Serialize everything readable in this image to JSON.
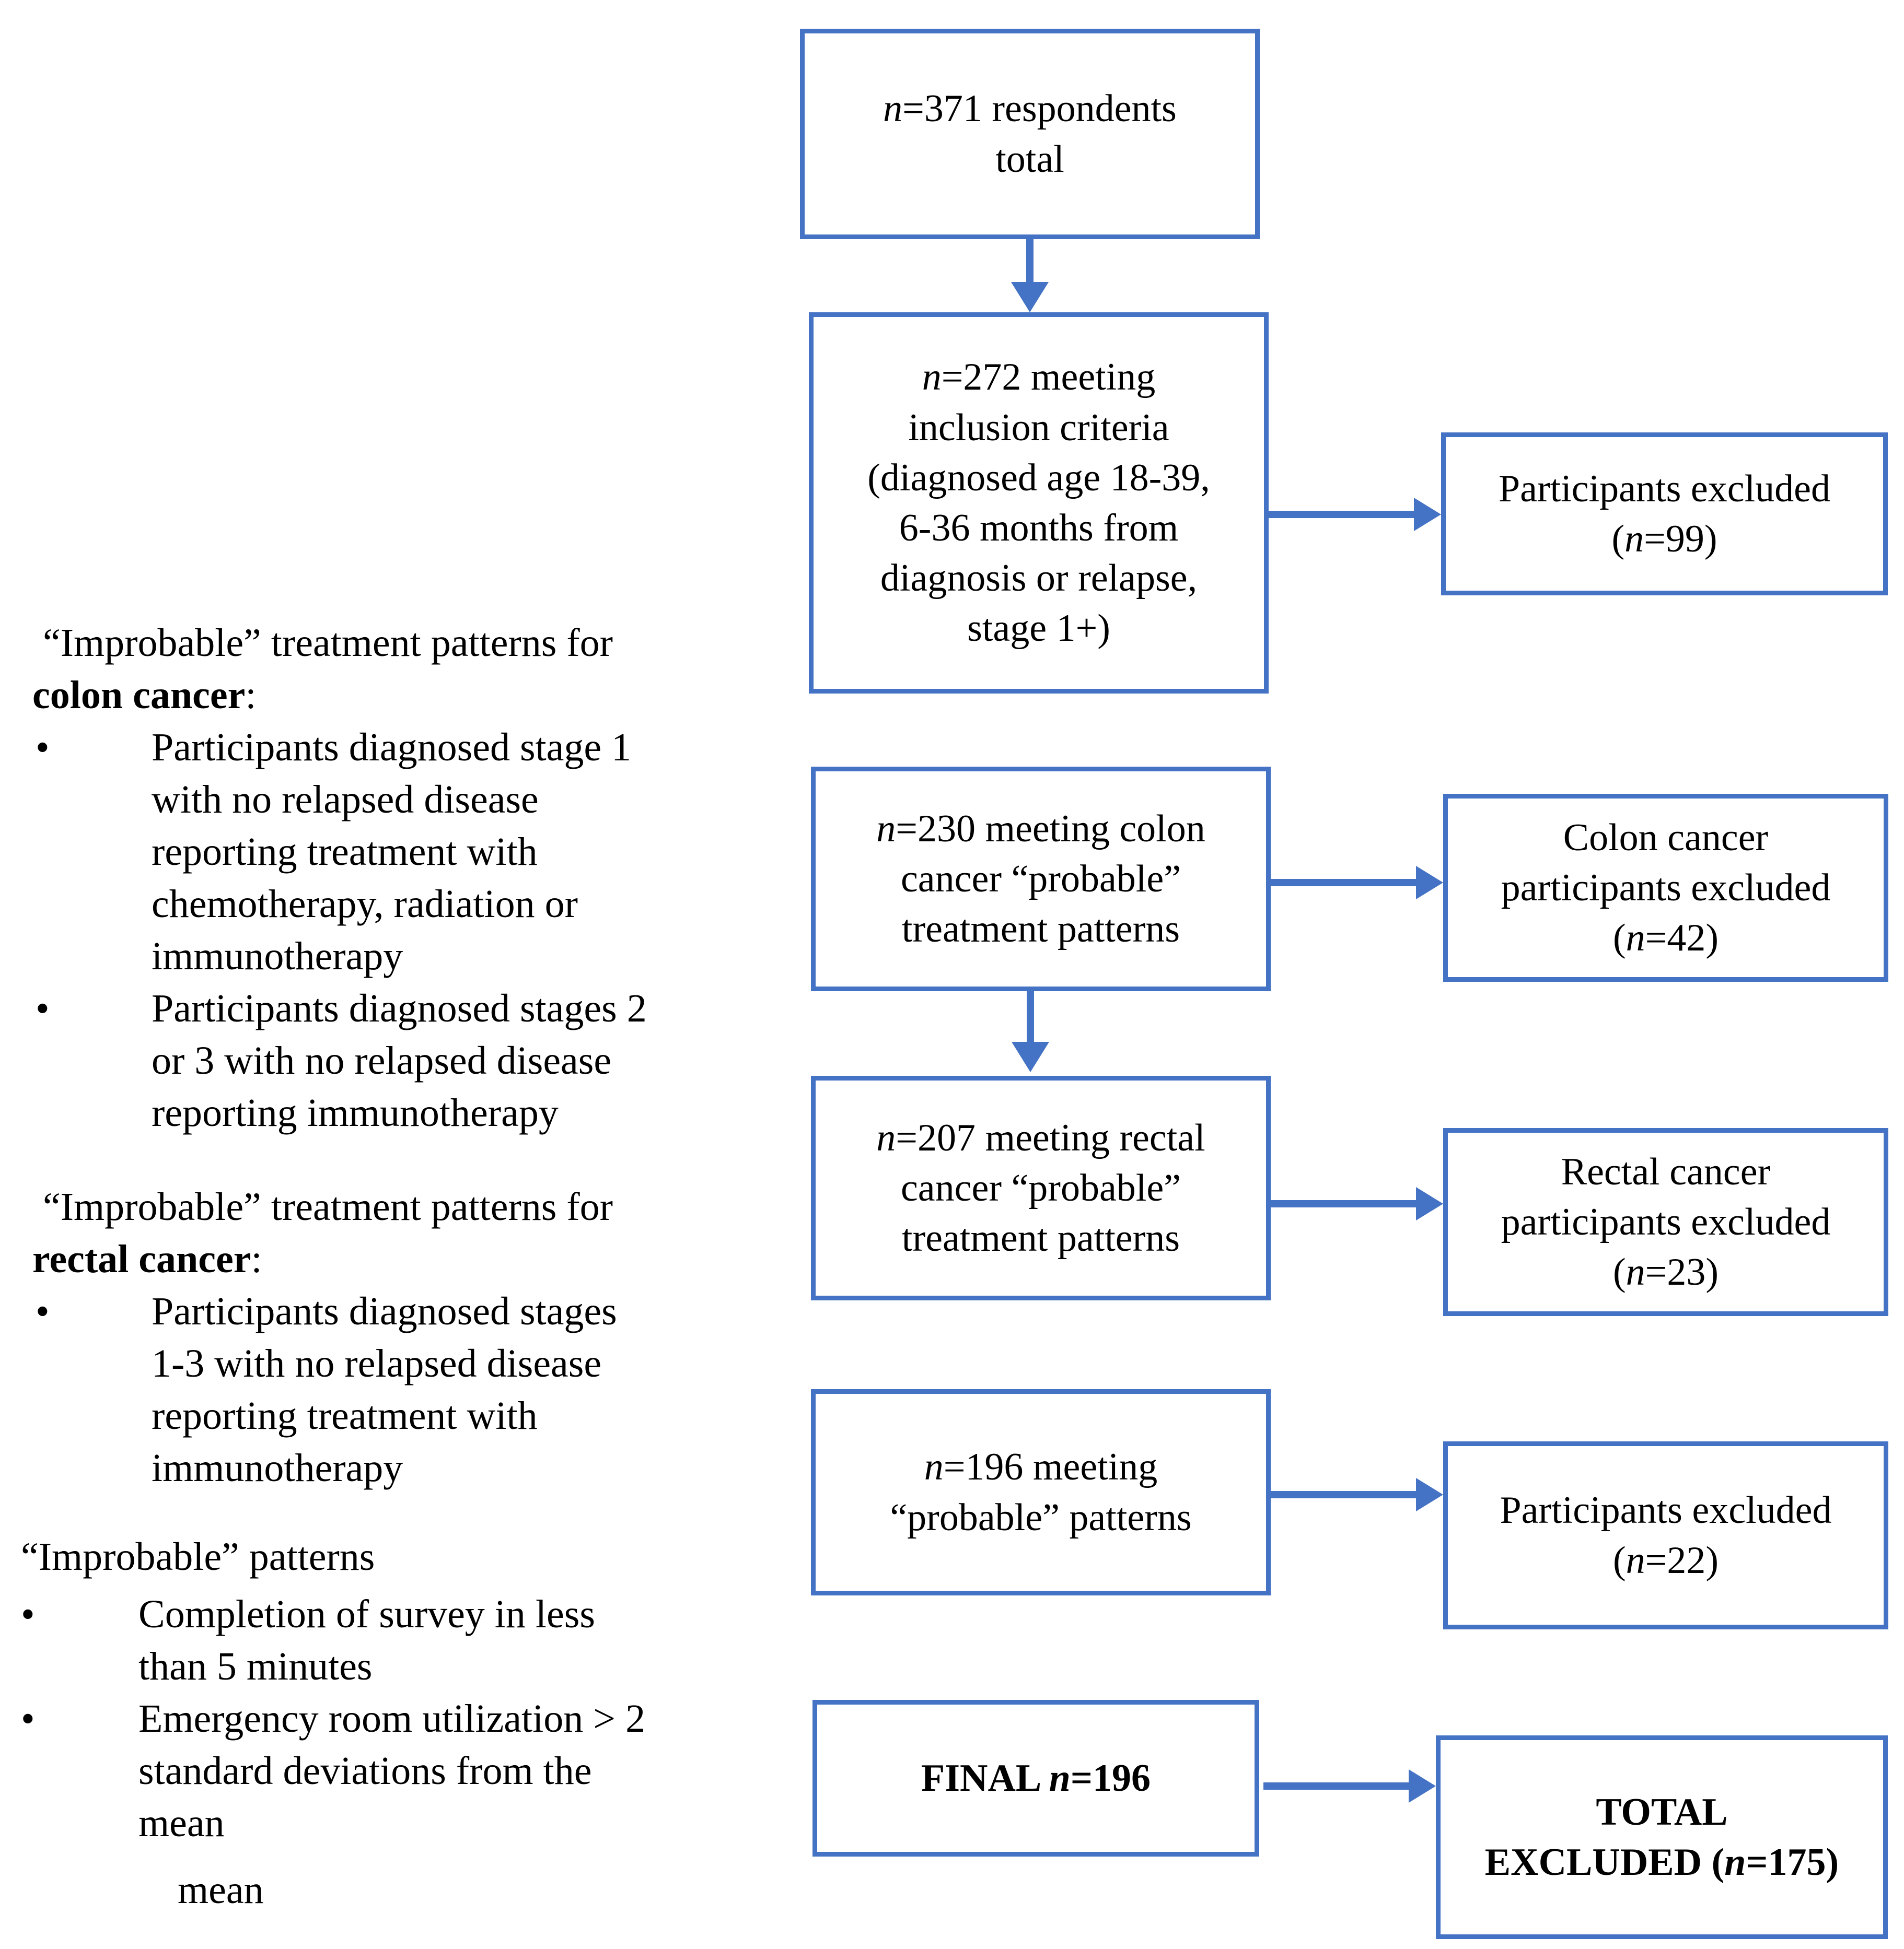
{
  "colors": {
    "box_border": "#4472C4",
    "arrow": "#4472C4",
    "text": "#000000",
    "background": "#FFFFFF"
  },
  "flowchart": {
    "type": "participant-flow-diagram",
    "nodes": [
      {
        "id": "total-respondents",
        "column": "main",
        "lines": [
          "n=371 respondents",
          "total"
        ],
        "n": 371,
        "bold": false
      },
      {
        "id": "inclusion-criteria",
        "column": "main",
        "lines": [
          "n=272 meeting",
          "inclusion criteria",
          "(diagnosed age 18-39,",
          "6-36 months from",
          "diagnosis or relapse,",
          "stage 1+)"
        ],
        "n": 272,
        "bold": false
      },
      {
        "id": "excluded-1",
        "column": "excluded",
        "lines": [
          "Participants excluded",
          "(n=99)"
        ],
        "n": 99,
        "bold": false
      },
      {
        "id": "colon-probable",
        "column": "main",
        "lines": [
          "n=230 meeting colon",
          "cancer “probable”",
          "treatment patterns"
        ],
        "n": 230,
        "bold": false
      },
      {
        "id": "excluded-colon",
        "column": "excluded",
        "lines": [
          "Colon cancer",
          "participants excluded",
          "(n=42)"
        ],
        "n": 42,
        "bold": false
      },
      {
        "id": "rectal-probable",
        "column": "main",
        "lines": [
          "n=207 meeting rectal",
          "cancer “probable”",
          "treatment patterns"
        ],
        "n": 207,
        "bold": false
      },
      {
        "id": "excluded-rectal",
        "column": "excluded",
        "lines": [
          "Rectal cancer",
          "participants excluded",
          "(n=23)"
        ],
        "n": 23,
        "bold": false
      },
      {
        "id": "probable-patterns",
        "column": "main",
        "lines": [
          "n=196 meeting",
          "“probable” patterns"
        ],
        "n": 196,
        "bold": false
      },
      {
        "id": "excluded-3",
        "column": "excluded",
        "lines": [
          "Participants excluded",
          "(n=22)"
        ],
        "n": 22,
        "bold": false
      },
      {
        "id": "final",
        "column": "main",
        "lines": [
          "FINAL n=196"
        ],
        "n": 196,
        "bold": true
      },
      {
        "id": "total-excluded",
        "column": "excluded",
        "lines": [
          "TOTAL",
          "EXCLUDED (n=175)"
        ],
        "n": 175,
        "bold": true
      }
    ],
    "edges": [
      {
        "from": "total-respondents",
        "to": "inclusion-criteria",
        "direction": "down"
      },
      {
        "from": "inclusion-criteria",
        "to": "excluded-1",
        "direction": "right"
      },
      {
        "from": "colon-probable",
        "to": "excluded-colon",
        "direction": "right"
      },
      {
        "from": "colon-probable",
        "to": "rectal-probable",
        "direction": "down"
      },
      {
        "from": "rectal-probable",
        "to": "excluded-rectal",
        "direction": "right"
      },
      {
        "from": "probable-patterns",
        "to": "excluded-3",
        "direction": "right"
      },
      {
        "from": "final",
        "to": "total-excluded",
        "direction": "right"
      }
    ]
  },
  "box_text": {
    "total_respondents_l1": "n=371 respondents",
    "total_respondents_l2": "total",
    "inclusion_l1": "n=272 meeting",
    "inclusion_l2": "inclusion criteria",
    "inclusion_l3": "(diagnosed age 18-39,",
    "inclusion_l4": "6-36 months from",
    "inclusion_l5": "diagnosis or relapse,",
    "inclusion_l6": "stage 1+)",
    "excluded1_l1": "Participants excluded",
    "excluded1_l2": "(n=99)",
    "colon_l1": "n=230 meeting colon",
    "colon_l2": "cancer “probable”",
    "colon_l3": "treatment patterns",
    "excluded_colon_l1": "Colon cancer",
    "excluded_colon_l2": "participants excluded",
    "excluded_colon_l3": "(n=42)",
    "rectal_l1": "n=207 meeting rectal",
    "rectal_l2": "cancer “probable”",
    "rectal_l3": "treatment patterns",
    "excluded_rectal_l1": "Rectal cancer",
    "excluded_rectal_l2": "participants excluded",
    "excluded_rectal_l3": "(n=23)",
    "probable_l1": "n=196 meeting",
    "probable_l2": "“probable” patterns",
    "excluded3_l1": "Participants excluded",
    "excluded3_l2": "(n=22)",
    "final_l1_pre": "FINAL ",
    "final_l1_n": "n",
    "final_l1_post": "=196",
    "total_excluded_l1": "TOTAL",
    "total_excluded_l2_pre": "EXCLUDED (",
    "total_excluded_l2_n": "n",
    "total_excluded_l2_post": "=175)"
  },
  "n_italic": "n",
  "side_panel": {
    "sections": [
      {
        "id": "colon-improbable",
        "heading_line1": "“Improbable” treatment patterns for",
        "heading_line2_bold": "colon cancer",
        "heading_line2_suffix": ":",
        "bullets": [
          [
            "Participants diagnosed stage 1",
            "with no relapsed disease",
            "reporting treatment with",
            "chemotherapy, radiation or",
            "immunotherapy"
          ],
          [
            "Participants diagnosed stages 2",
            "or 3 with no relapsed disease",
            "reporting immunotherapy"
          ]
        ]
      },
      {
        "id": "rectal-improbable",
        "heading_line1": "“Improbable” treatment patterns for",
        "heading_line2_bold": "rectal cancer",
        "heading_line2_suffix": ":",
        "bullets": [
          [
            "Participants diagnosed stages",
            "1-3 with no relapsed disease",
            "reporting treatment with",
            "immunotherapy"
          ]
        ]
      },
      {
        "id": "improbable-patterns",
        "heading_line1": "“Improbable” patterns",
        "bullets": [
          [
            "Completion of survey in less",
            "than 5 minutes"
          ],
          [
            "Emergency room utilization > 2",
            "standard deviations from the",
            "mean"
          ]
        ],
        "trailing_line": "mean"
      }
    ],
    "lines": {
      "s1_h1": "“Improbable” treatment patterns for",
      "s1_h2b": "colon cancer",
      "s1_h2s": ":",
      "s1_b1_1": "Participants diagnosed stage 1",
      "s1_b1_2": "with no relapsed disease",
      "s1_b1_3": "reporting treatment with",
      "s1_b1_4": "chemotherapy, radiation or",
      "s1_b1_5": "immunotherapy",
      "s1_b2_1": "Participants diagnosed stages 2",
      "s1_b2_2": "or 3 with no relapsed disease",
      "s1_b2_3": "reporting immunotherapy",
      "s2_h1": "“Improbable” treatment patterns for",
      "s2_h2b": "rectal cancer",
      "s2_h2s": ":",
      "s2_b1_1": "Participants diagnosed stages",
      "s2_b1_2": "1-3 with no relapsed disease",
      "s2_b1_3": "reporting treatment with",
      "s2_b1_4": "immunotherapy",
      "s3_h1": "“Improbable” patterns",
      "s3_b1_1": "Completion of survey in less",
      "s3_b1_2": "than 5 minutes",
      "s3_b2_1": "Emergency room utilization > 2",
      "s3_b2_2": "standard deviations from the",
      "s3_b2_3": "mean",
      "s3_trailing": "mean"
    },
    "bullet_glyph": "•"
  }
}
